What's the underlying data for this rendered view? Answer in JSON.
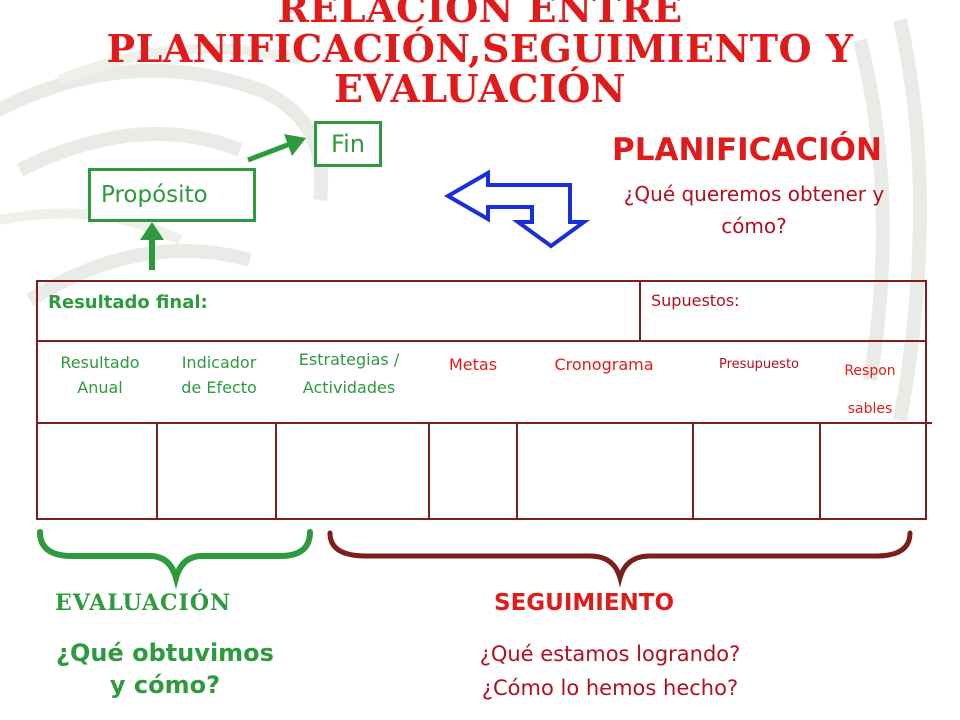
{
  "title": {
    "line1": "RELACIÓN ENTRE",
    "line2": "PLANIFICACIÓN,SEGUIMIENTO Y",
    "line3": "EVALUACIÓN"
  },
  "hierarchy": {
    "fin": "Fin",
    "proposito": "Propósito"
  },
  "planificacion": {
    "title": "PLANIFICACIÓN",
    "question_line1": "¿Qué queremos obtener y",
    "question_line2": "cómo?"
  },
  "table": {
    "resultado_final": "Resultado final:",
    "supuestos": "Supuestos:",
    "columns": [
      {
        "line1": "Resultado",
        "line2": "Anual"
      },
      {
        "line1": "Indicador",
        "line2": "de Efecto"
      },
      {
        "line1": "Estrategias /",
        "line2": "Actividades"
      },
      {
        "line1": "Metas",
        "line2": ""
      },
      {
        "line1": "Cronograma",
        "line2": ""
      },
      {
        "line1": "Presupuesto",
        "line2": ""
      },
      {
        "line1": "Respon",
        "line2": "sables"
      }
    ]
  },
  "evaluacion": {
    "title": "EVALUACIÓN",
    "question_line1": "¿Qué obtuvimos",
    "question_line2": "y cómo?"
  },
  "seguimiento": {
    "title": "SEGUIMIENTO",
    "question_line1": "¿Qué estamos logrando?",
    "question_line2": "¿Cómo lo hemos hecho?"
  },
  "colors": {
    "red": "#e01b1b",
    "dark_red": "#b01020",
    "green": "#2e9a3e",
    "maroon": "#7a1e1e",
    "blue": "#1a2fd8"
  }
}
